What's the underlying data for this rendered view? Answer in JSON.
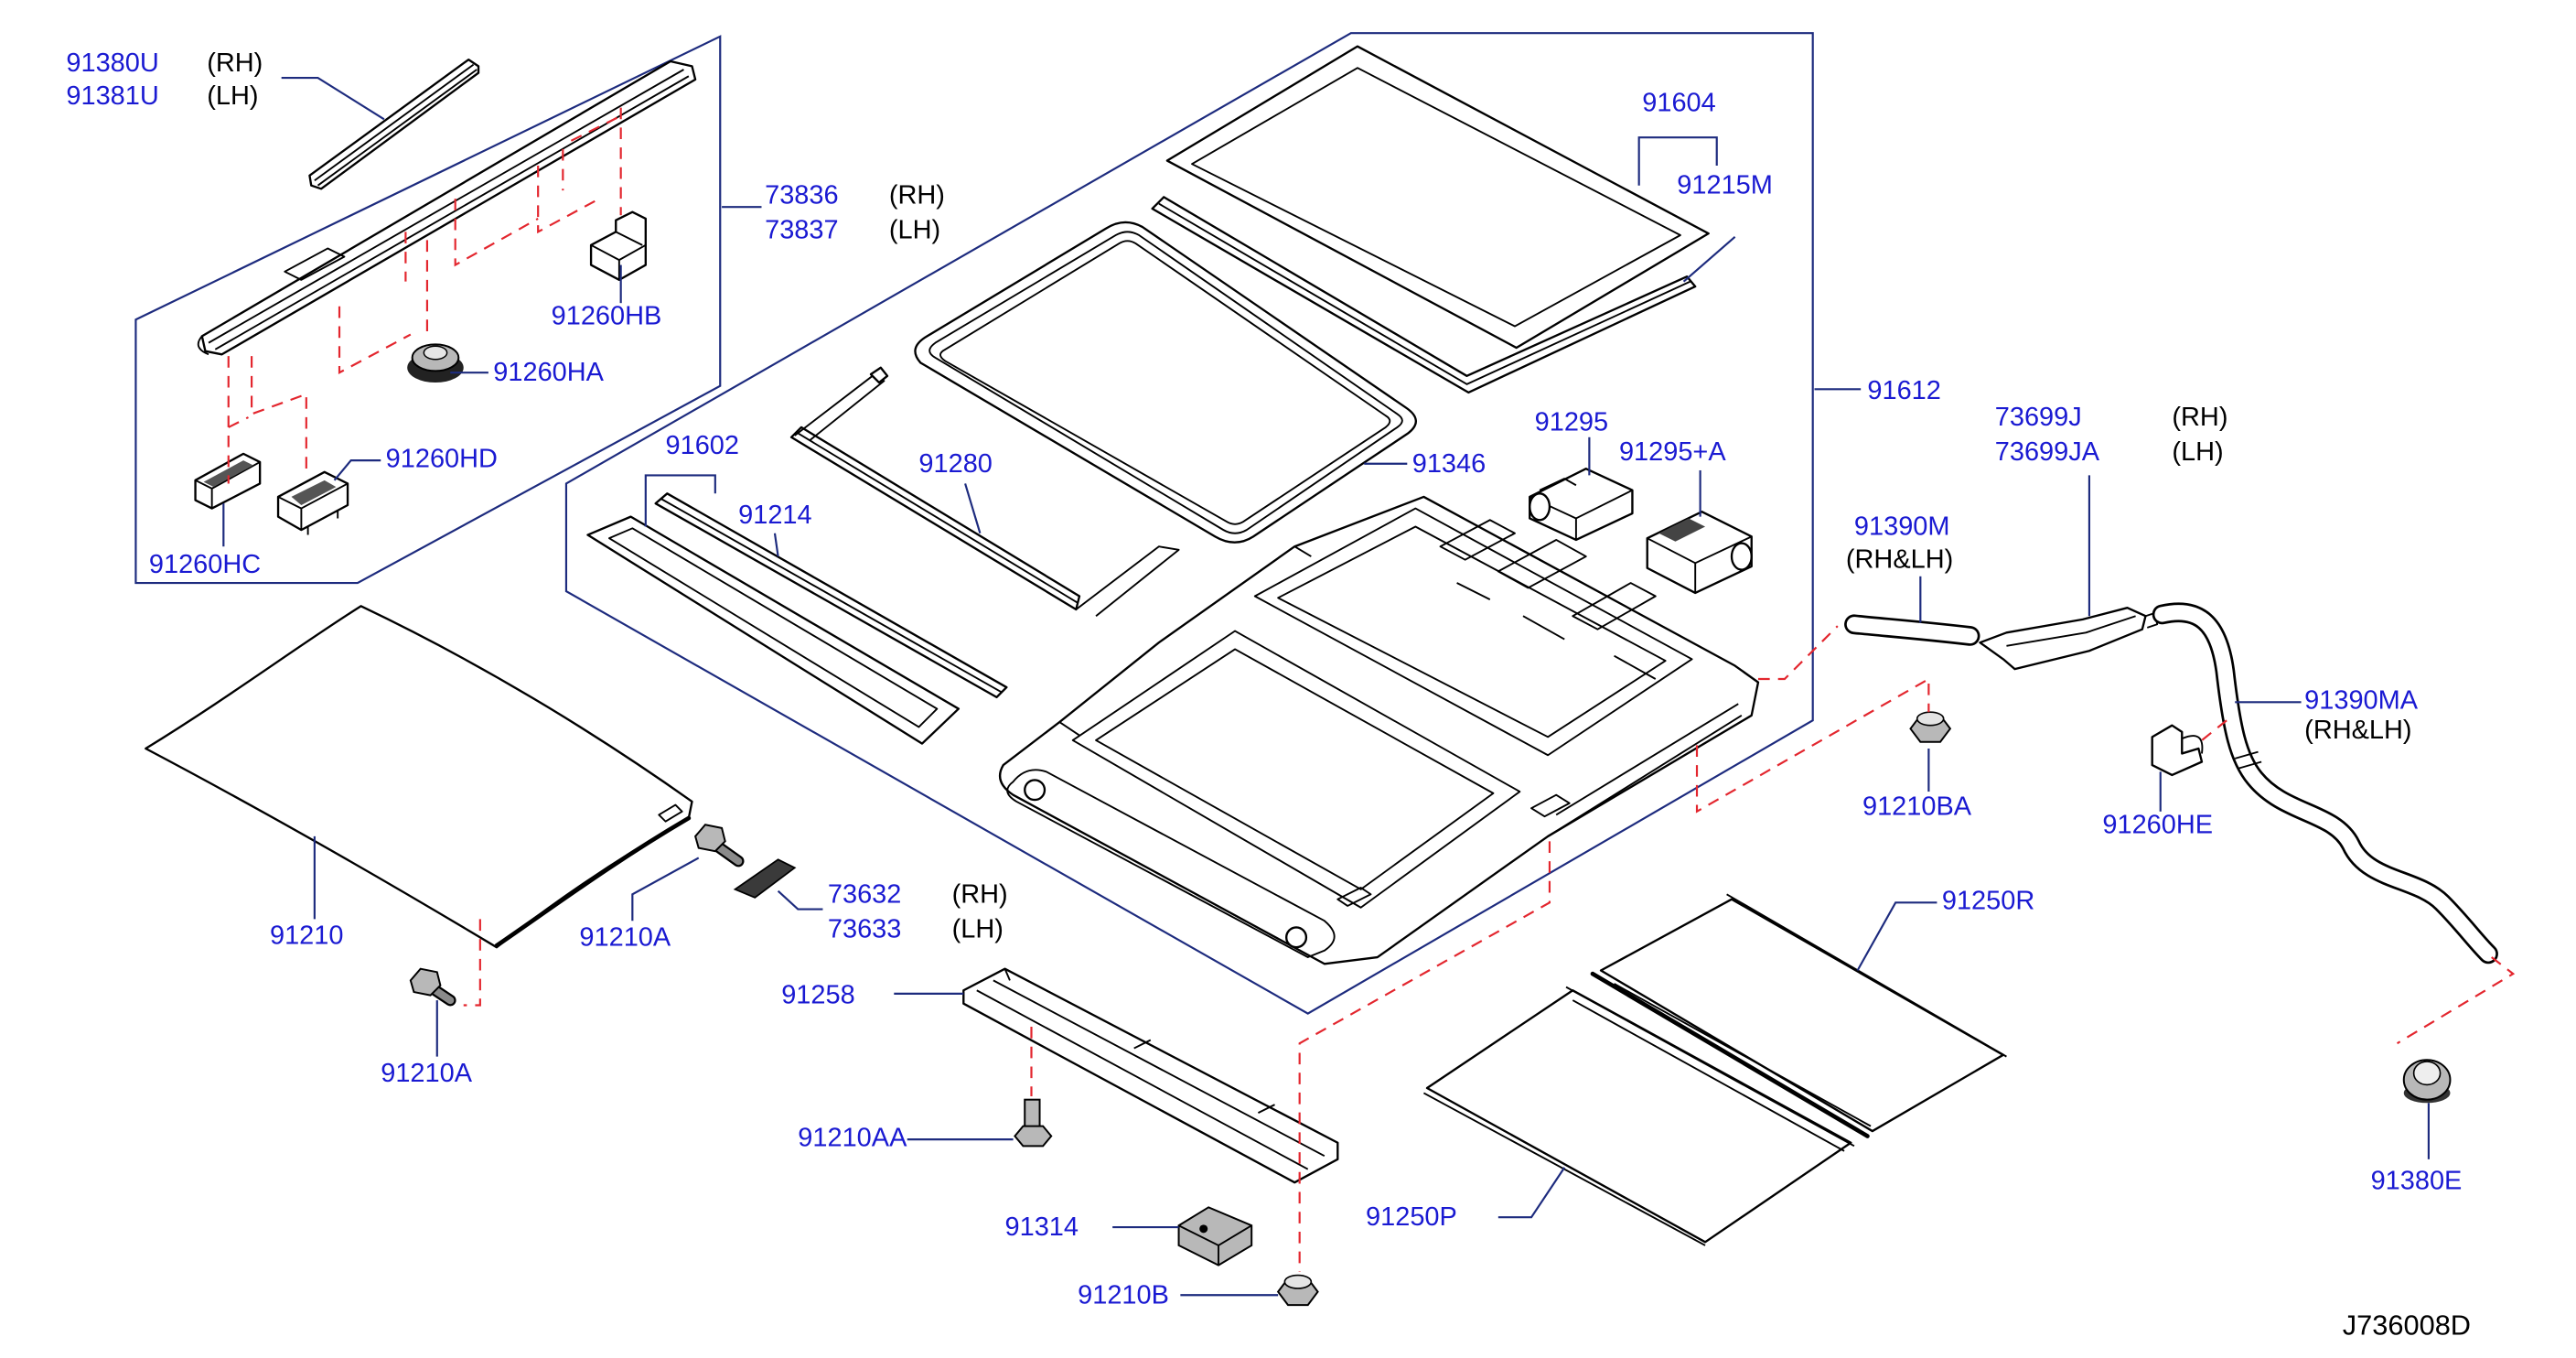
{
  "diagram_code": "J736008D",
  "colors": {
    "callout_text": "#1a1ad2",
    "leader_line": "#1d2b7e",
    "part_line": "#000000",
    "dashed_guide": "#e3262e",
    "side_text": "#000000"
  },
  "callouts": {
    "roof_molding": {
      "rh_part": "91380U",
      "rh_side": "(RH)",
      "lh_part": "91381U",
      "lh_side": "(LH)"
    },
    "roof_rail": {
      "rh_part": "73836",
      "rh_side": "(RH)",
      "lh_part": "73837",
      "lh_side": "(LH)"
    },
    "clip_hb": {
      "part": "91260HB"
    },
    "clip_ha": {
      "part": "91260HA"
    },
    "clip_hd": {
      "part": "91260HD"
    },
    "clip_hc": {
      "part": "91260HC"
    },
    "glass_lid": {
      "part": "91604"
    },
    "glass_weatherstrip": {
      "part": "91215M"
    },
    "sunroof_unit": {
      "part": "91612"
    },
    "motor": {
      "part": "91295"
    },
    "motor_assist": {
      "part": "91295+A"
    },
    "opening_weatherstrip": {
      "part": "91346"
    },
    "wind_deflector": {
      "part": "91280"
    },
    "rear_glass": {
      "part": "91602"
    },
    "rear_glass_seal": {
      "part": "91214"
    },
    "drain_connector": {
      "rh_part": "73699J",
      "rh_side": "(RH)",
      "lh_part": "73699JA",
      "lh_side": "(LH)"
    },
    "front_drain_hose": {
      "part": "91390M",
      "note": "(RH&LH)"
    },
    "rear_drain_hose": {
      "part": "91390MA",
      "note": "(RH&LH)"
    },
    "nut_ba": {
      "part": "91210BA"
    },
    "clip_he": {
      "part": "91260HE"
    },
    "roof_panel": {
      "part": "91210"
    },
    "bolt_upper": {
      "part": "91210A"
    },
    "bracket_plate": {
      "rh_part": "73632",
      "rh_side": "(RH)",
      "lh_part": "73633",
      "lh_side": "(LH)"
    },
    "rear_sunshade": {
      "part": "91250R"
    },
    "rail": {
      "part": "91258"
    },
    "bolt_lower": {
      "part": "91210A"
    },
    "bolt_aa": {
      "part": "91210AA"
    },
    "bracket": {
      "part": "91314"
    },
    "front_sunshade": {
      "part": "91250P"
    },
    "nut_b": {
      "part": "91210B"
    },
    "grommet": {
      "part": "91380E"
    }
  }
}
